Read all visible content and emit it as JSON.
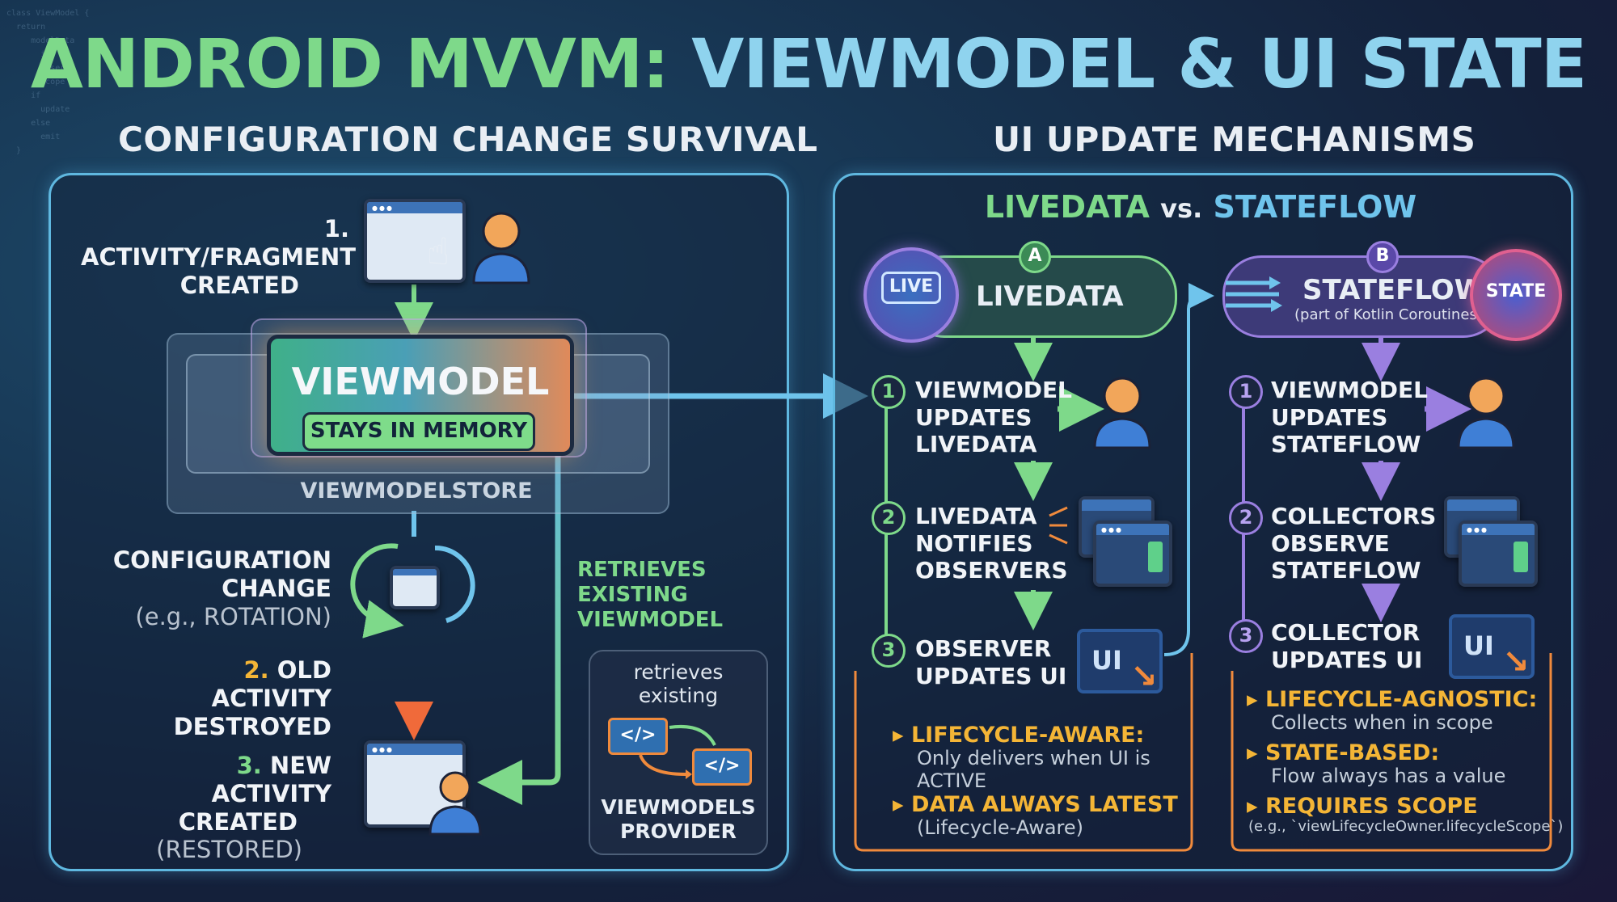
{
  "title": {
    "part1": "ANDROID MVVM:",
    "part2": "VIEWMODEL & UI STATE"
  },
  "left": {
    "heading": "CONFIGURATION CHANGE SURVIVAL",
    "step1": {
      "line1": "1. ACTIVITY/FRAGMENT",
      "line2": "CREATED"
    },
    "viewmodel": "VIEWMODEL",
    "stays": "STAYS IN MEMORY",
    "store": "VIEWMODELSTORE",
    "config": {
      "line1": "CONFIGURATION",
      "line2": "CHANGE",
      "line3": "(e.g., ROTATION)"
    },
    "step2": {
      "num": "2.",
      "line1": "OLD ACTIVITY",
      "line2": "DESTROYED"
    },
    "step3": {
      "num": "3.",
      "line1": "NEW ACTIVITY",
      "line2": "CREATED",
      "line3": "(RESTORED)"
    },
    "retrieves": {
      "line1": "RETRIEVES",
      "line2": "EXISTING",
      "line3": "VIEWMODEL"
    },
    "provider": {
      "line1": "retrieves",
      "line2": "existing",
      "label1": "VIEWMODELS",
      "label2": "PROVIDER",
      "code": "</>"
    }
  },
  "right": {
    "heading": "UI UPDATE MECHANISMS",
    "compare": {
      "a": "LIVEDATA",
      "vs": "vs.",
      "b": "STATEFLOW"
    },
    "live": {
      "badge": "A",
      "seal": "LIVE",
      "title": "LIVEDATA",
      "steps": [
        {
          "n": "1",
          "lines": [
            "VIEWMODEL",
            "UPDATES",
            "LIVEDATA"
          ]
        },
        {
          "n": "2",
          "lines": [
            "LIVEDATA",
            "NOTIFIES",
            "OBSERVERS"
          ]
        },
        {
          "n": "3",
          "lines": [
            "OBSERVER",
            "UPDATES UI"
          ]
        }
      ],
      "ui": "UI",
      "bullets": [
        {
          "h": "LIFECYCLE-AWARE:",
          "d1": "Only delivers when UI is",
          "d2": "ACTIVE"
        },
        {
          "h": "DATA ALWAYS LATEST",
          "d1": "(Lifecycle-Aware)",
          "d2": ""
        }
      ]
    },
    "state": {
      "badge": "B",
      "seal": "STATE",
      "title": "STATEFLOW",
      "subtitle": "(part of Kotlin Coroutines)",
      "steps": [
        {
          "n": "1",
          "lines": [
            "VIEWMODEL",
            "UPDATES",
            "STATEFLOW"
          ]
        },
        {
          "n": "2",
          "lines": [
            "COLLECTORS",
            "OBSERVE",
            "STATEFLOW"
          ]
        },
        {
          "n": "3",
          "lines": [
            "COLLECTOR",
            "UPDATES UI"
          ]
        }
      ],
      "ui": "UI",
      "bullets": [
        {
          "h": "LIFECYCLE-AGNOSTIC:",
          "d1": "Collects when in scope"
        },
        {
          "h": "STATE-BASED:",
          "d1": "Flow always has a value"
        },
        {
          "h": "REQUIRES SCOPE",
          "d1": "(e.g., `viewLifecycleOwner.lifecycleScope`)"
        }
      ]
    }
  },
  "colors": {
    "green": "#7ed98a",
    "blue": "#5fb8e0",
    "orange": "#f08a3c",
    "purple": "#9a7fe0",
    "gold": "#f4b536"
  }
}
